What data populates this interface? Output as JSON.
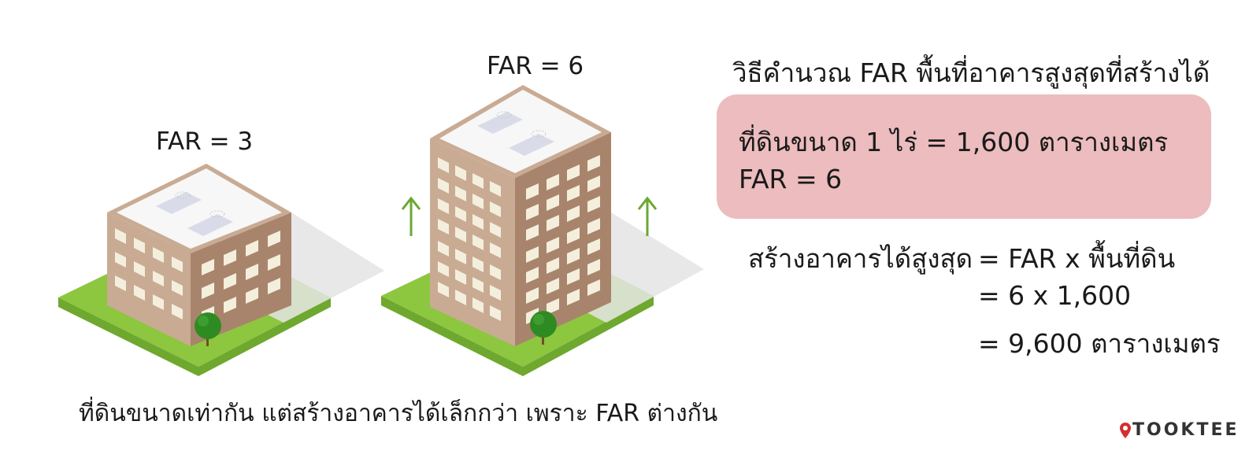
{
  "labels": {
    "far_small": "FAR = 3",
    "far_tall": "FAR = 6"
  },
  "title": "วิธีคำนวณ FAR พื้นที่อาคารสูงสุดที่สร้างได้",
  "info_box": {
    "line1": "ที่ดินขนาด 1 ไร่ = 1,600 ตารางเมตร",
    "line2": "FAR = 6"
  },
  "calculation": {
    "label": "สร้างอาคารได้สูงสุด",
    "step1": "= FAR x พื้นที่ดิน",
    "step2": "= 6 x 1,600",
    "step3": "= 9,600 ตารางเมตร"
  },
  "caption": "ที่ดินขนาดเท่ากัน แต่สร้างอาคารได้เล็กกว่า เพราะ FAR ต่างกัน",
  "brand": "TOOKTEE",
  "icons": [
    "arrow-up-icon",
    "location-pin-icon",
    "tree-icon"
  ],
  "colors": {
    "grass_top": "#8dc63f",
    "grass_side": "#6ea82e",
    "wall_light": "#c9ab94",
    "wall_dark": "#a9846c",
    "roof": "#f7f7f7",
    "window": "#f3efdc",
    "arrow": "#6aa832",
    "box_bg": "#ecbcbe",
    "brand_pin": "#d32f2f"
  }
}
